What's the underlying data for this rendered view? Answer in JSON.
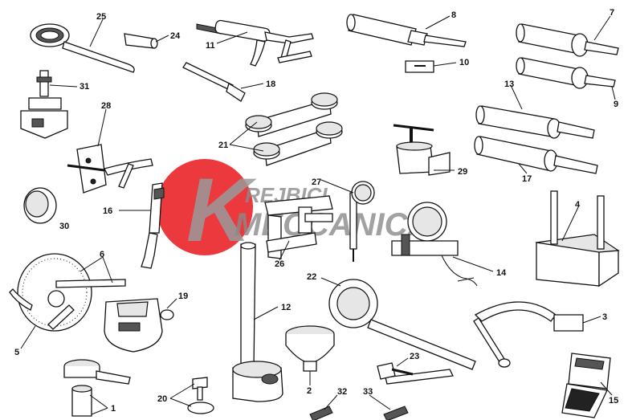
{
  "diagram": {
    "watermark": {
      "logo_letter": "K",
      "word1": "REJBICI",
      "word2": "MECCANICA",
      "colors": {
        "disk": "#e8161c",
        "text": "#8a8a8a"
      }
    },
    "callouts": [
      {
        "id": "c1",
        "text": "1"
      },
      {
        "id": "c2",
        "text": "2"
      },
      {
        "id": "c3",
        "text": "3"
      },
      {
        "id": "c4",
        "text": "4"
      },
      {
        "id": "c5",
        "text": "5"
      },
      {
        "id": "c6",
        "text": "6"
      },
      {
        "id": "c7",
        "text": "7"
      },
      {
        "id": "c8",
        "text": "8"
      },
      {
        "id": "c9",
        "text": "9"
      },
      {
        "id": "c10",
        "text": "10"
      },
      {
        "id": "c11",
        "text": "11"
      },
      {
        "id": "c12",
        "text": "12"
      },
      {
        "id": "c13",
        "text": "13"
      },
      {
        "id": "c14",
        "text": "14"
      },
      {
        "id": "c15",
        "text": "15"
      },
      {
        "id": "c16",
        "text": "16"
      },
      {
        "id": "c17",
        "text": "17"
      },
      {
        "id": "c18",
        "text": "18"
      },
      {
        "id": "c19",
        "text": "19"
      },
      {
        "id": "c20",
        "text": "20"
      },
      {
        "id": "c21",
        "text": "21"
      },
      {
        "id": "c22",
        "text": "22"
      },
      {
        "id": "c23",
        "text": "23"
      },
      {
        "id": "c24",
        "text": "24"
      },
      {
        "id": "c25",
        "text": "25"
      },
      {
        "id": "c26",
        "text": "26"
      },
      {
        "id": "c27",
        "text": "27"
      },
      {
        "id": "c28",
        "text": "28"
      },
      {
        "id": "c29",
        "text": "29"
      },
      {
        "id": "c30",
        "text": "30"
      },
      {
        "id": "c31",
        "text": "31"
      },
      {
        "id": "c32",
        "text": "32"
      },
      {
        "id": "c33",
        "text": "33"
      }
    ]
  }
}
